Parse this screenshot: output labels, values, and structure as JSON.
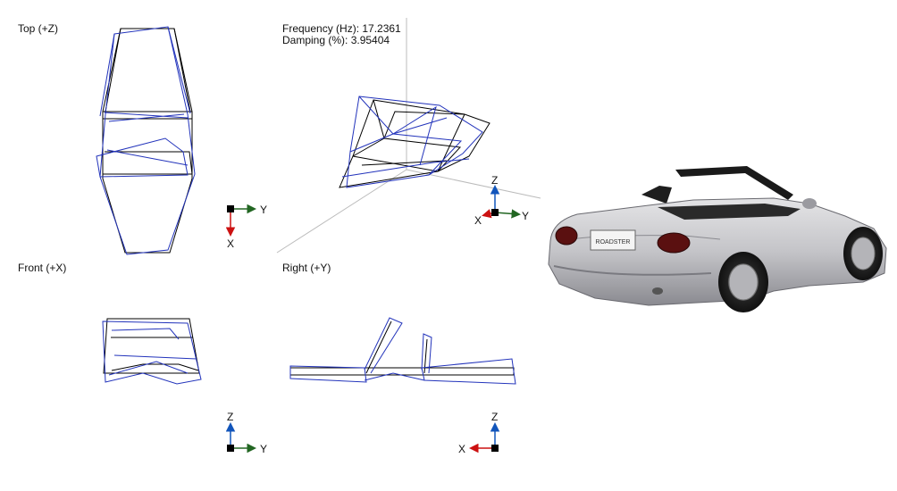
{
  "views": {
    "top": "Top (+Z)",
    "front": "Front (+X)",
    "right": "Right (+Y)"
  },
  "mode": {
    "frequency": "Frequency (Hz): 17.2361",
    "damping": "Damping (%): 3.95404"
  },
  "axes": {
    "x": "X",
    "y": "Y",
    "z": "Z"
  },
  "colors": {
    "undeformed": "#000000",
    "deformed": "#2233bb",
    "axis_x": "#cc1111",
    "axis_y": "#226622",
    "axis_z": "#1155bb",
    "iso_axis_line": "#bbbbbb"
  },
  "car": {
    "plate": "ROADSTER"
  }
}
